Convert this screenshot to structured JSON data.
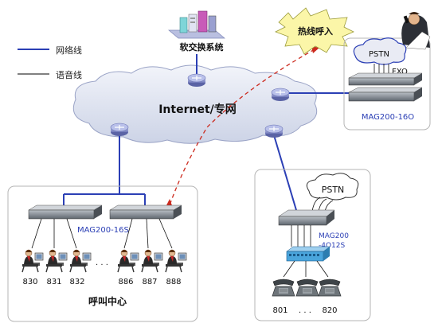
{
  "legend": {
    "network_line": "网络线",
    "voice_line": "语音线",
    "network_color": "#2b3fb5",
    "voice_color": "#000000"
  },
  "softswitch": {
    "label": "软交换系统"
  },
  "internet": {
    "label": "Internet/专网"
  },
  "hotline": {
    "label": "热线呼入"
  },
  "site_top_right": {
    "pstn": "PSTN",
    "fxo": "FXO",
    "device": "MAG200-16O"
  },
  "site_bottom_right": {
    "pstn": "PSTN",
    "device_line1": "MAG200",
    "device_line2": "-4O12S",
    "phones": [
      "801",
      ". . .",
      "820"
    ]
  },
  "site_left": {
    "device": "MAG200-16S",
    "title": "呼叫中心",
    "agents": [
      "830",
      "831",
      "832",
      "886",
      "887",
      "888"
    ],
    "dots": ". . ."
  },
  "colors": {
    "accent_blue": "#2b3fb5",
    "hotline_red": "#cc2a1e",
    "cloud_fill": "#dde2ef"
  }
}
